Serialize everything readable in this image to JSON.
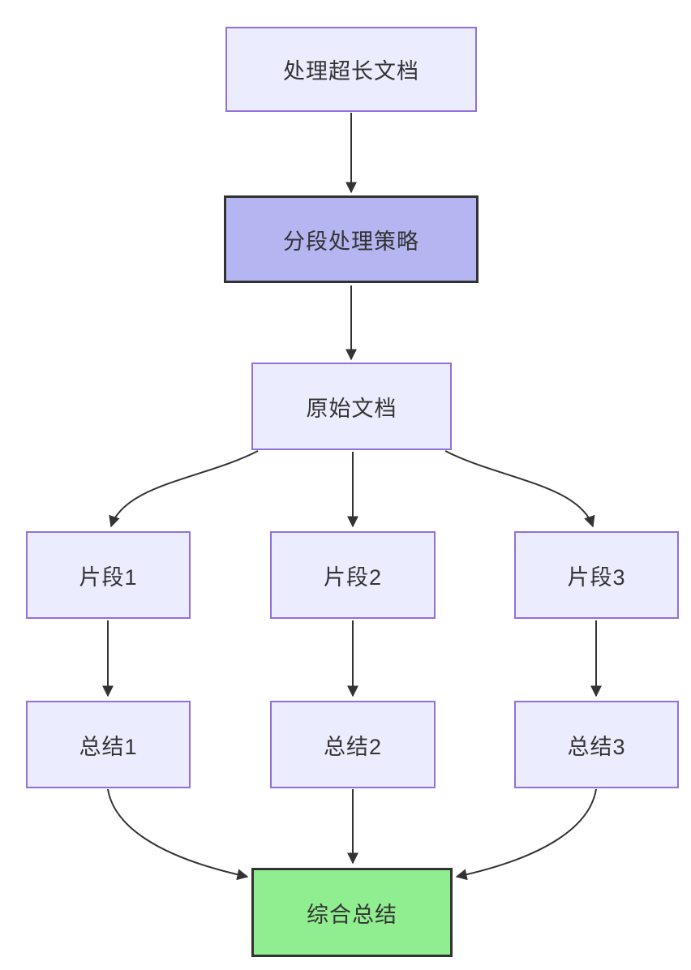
{
  "diagram": {
    "type": "flowchart",
    "direction": "top-down",
    "nodes": [
      {
        "id": "A",
        "label": "处理超长文档",
        "style": "default"
      },
      {
        "id": "B",
        "label": "分段处理策略",
        "style": "strong"
      },
      {
        "id": "C",
        "label": "原始文档",
        "style": "default"
      },
      {
        "id": "D1",
        "label": "片段1",
        "style": "default"
      },
      {
        "id": "D2",
        "label": "片段2",
        "style": "default"
      },
      {
        "id": "D3",
        "label": "片段3",
        "style": "default"
      },
      {
        "id": "E1",
        "label": "总结1",
        "style": "default"
      },
      {
        "id": "E2",
        "label": "总结2",
        "style": "default"
      },
      {
        "id": "E3",
        "label": "总结3",
        "style": "default"
      },
      {
        "id": "F",
        "label": "综合总结",
        "style": "success"
      }
    ],
    "edges": [
      {
        "from": "A",
        "to": "B"
      },
      {
        "from": "B",
        "to": "C"
      },
      {
        "from": "C",
        "to": "D1"
      },
      {
        "from": "C",
        "to": "D2"
      },
      {
        "from": "C",
        "to": "D3"
      },
      {
        "from": "D1",
        "to": "E1"
      },
      {
        "from": "D2",
        "to": "E2"
      },
      {
        "from": "D3",
        "to": "E3"
      },
      {
        "from": "E1",
        "to": "F"
      },
      {
        "from": "E2",
        "to": "F"
      },
      {
        "from": "E3",
        "to": "F"
      }
    ],
    "colors": {
      "background": "#ffffff",
      "node_fill": "#ECECFF",
      "node_border": "#9370DB",
      "highlight_fill": "#B5B5F2",
      "success_fill": "#90EE90",
      "strong_border": "#333333",
      "edge": "#333333",
      "text": "#333333"
    }
  }
}
